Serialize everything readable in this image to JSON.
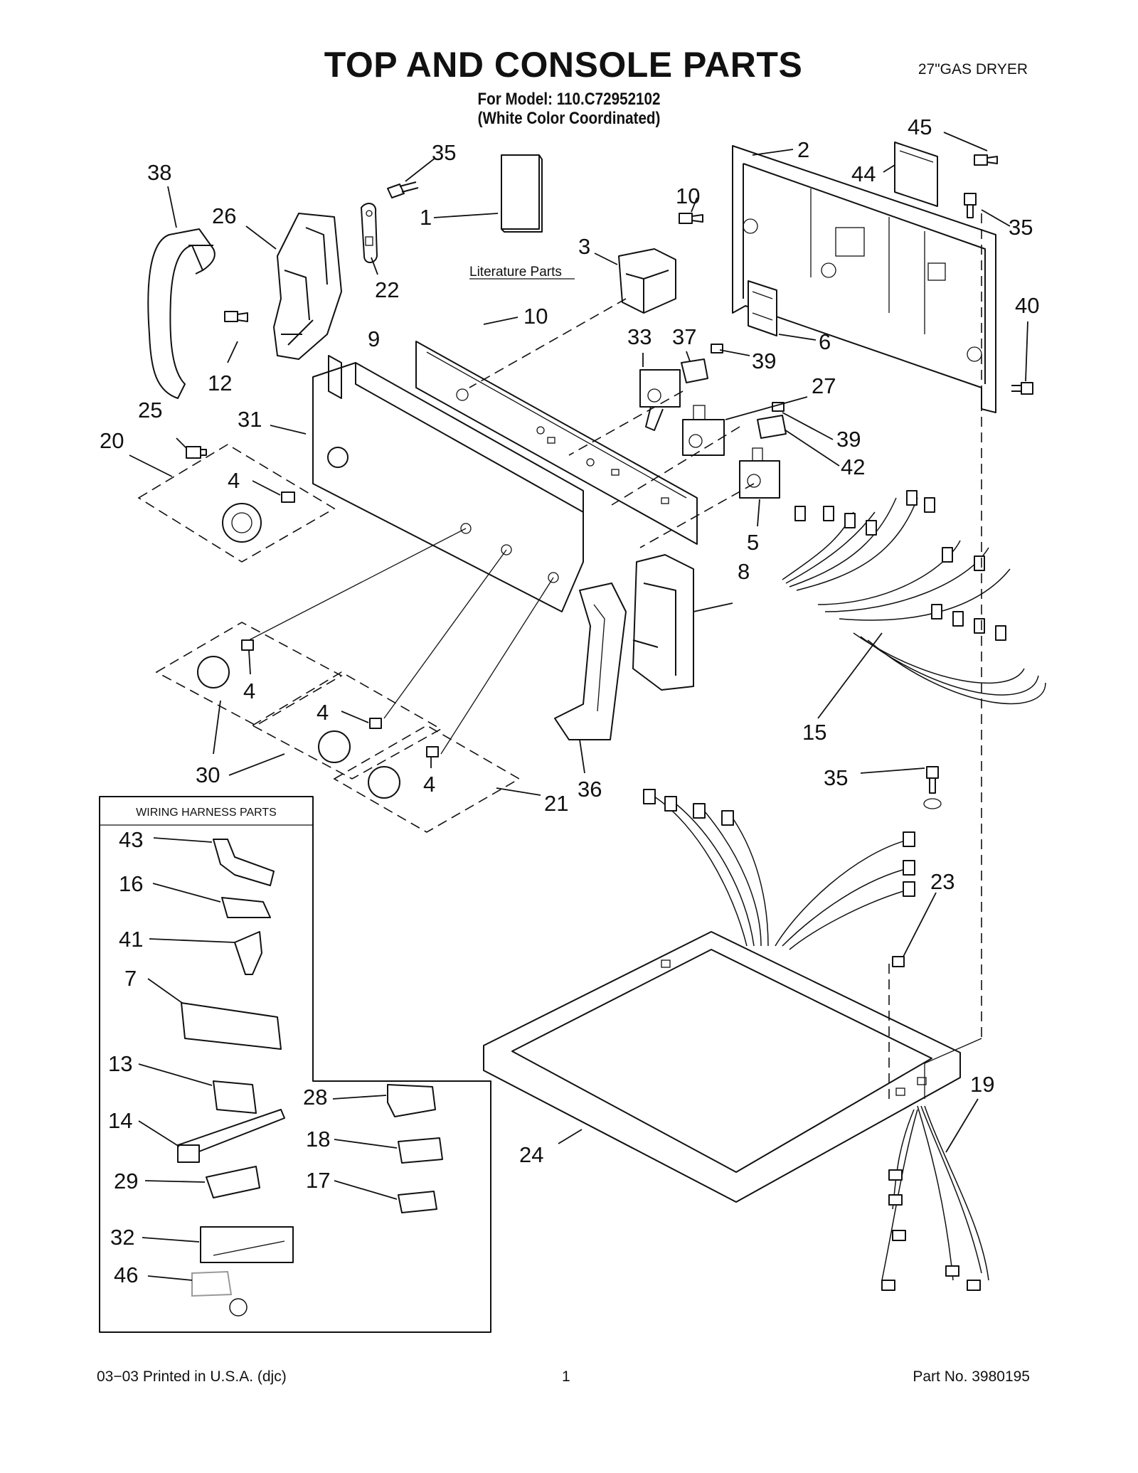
{
  "header": {
    "title": "TOP AND CONSOLE PARTS",
    "product": "27\"GAS DRYER",
    "model_line1": "For Model: 110.C72952102",
    "model_line2": "(White Color Coordinated)"
  },
  "literature_label": "Literature Parts",
  "inset": {
    "title": "WIRING HARNESS PARTS"
  },
  "callouts": {
    "c1": "1",
    "c2": "2",
    "c3": "3",
    "c4a": "4",
    "c4b": "4",
    "c4c": "4",
    "c4d": "4",
    "c5": "5",
    "c6": "6",
    "c7": "7",
    "c8": "8",
    "c9": "9",
    "c10a": "10",
    "c10b": "10",
    "c12": "12",
    "c13": "13",
    "c14": "14",
    "c15": "15",
    "c16": "16",
    "c17": "17",
    "c18": "18",
    "c19": "19",
    "c20": "20",
    "c21": "21",
    "c22": "22",
    "c23": "23",
    "c24": "24",
    "c25": "25",
    "c26": "26",
    "c27": "27",
    "c28": "28",
    "c29": "29",
    "c30": "30",
    "c31": "31",
    "c32": "32",
    "c33": "33",
    "c35a": "35",
    "c35b": "35",
    "c35c": "35",
    "c36": "36",
    "c37": "37",
    "c38": "38",
    "c39a": "39",
    "c39b": "39",
    "c40": "40",
    "c41": "41",
    "c42": "42",
    "c43": "43",
    "c44": "44",
    "c45": "45",
    "c46": "46"
  },
  "footer": {
    "left": "03−03 Printed in U.S.A. (djc)",
    "page": "1",
    "part_no": "Part No. 3980195"
  }
}
